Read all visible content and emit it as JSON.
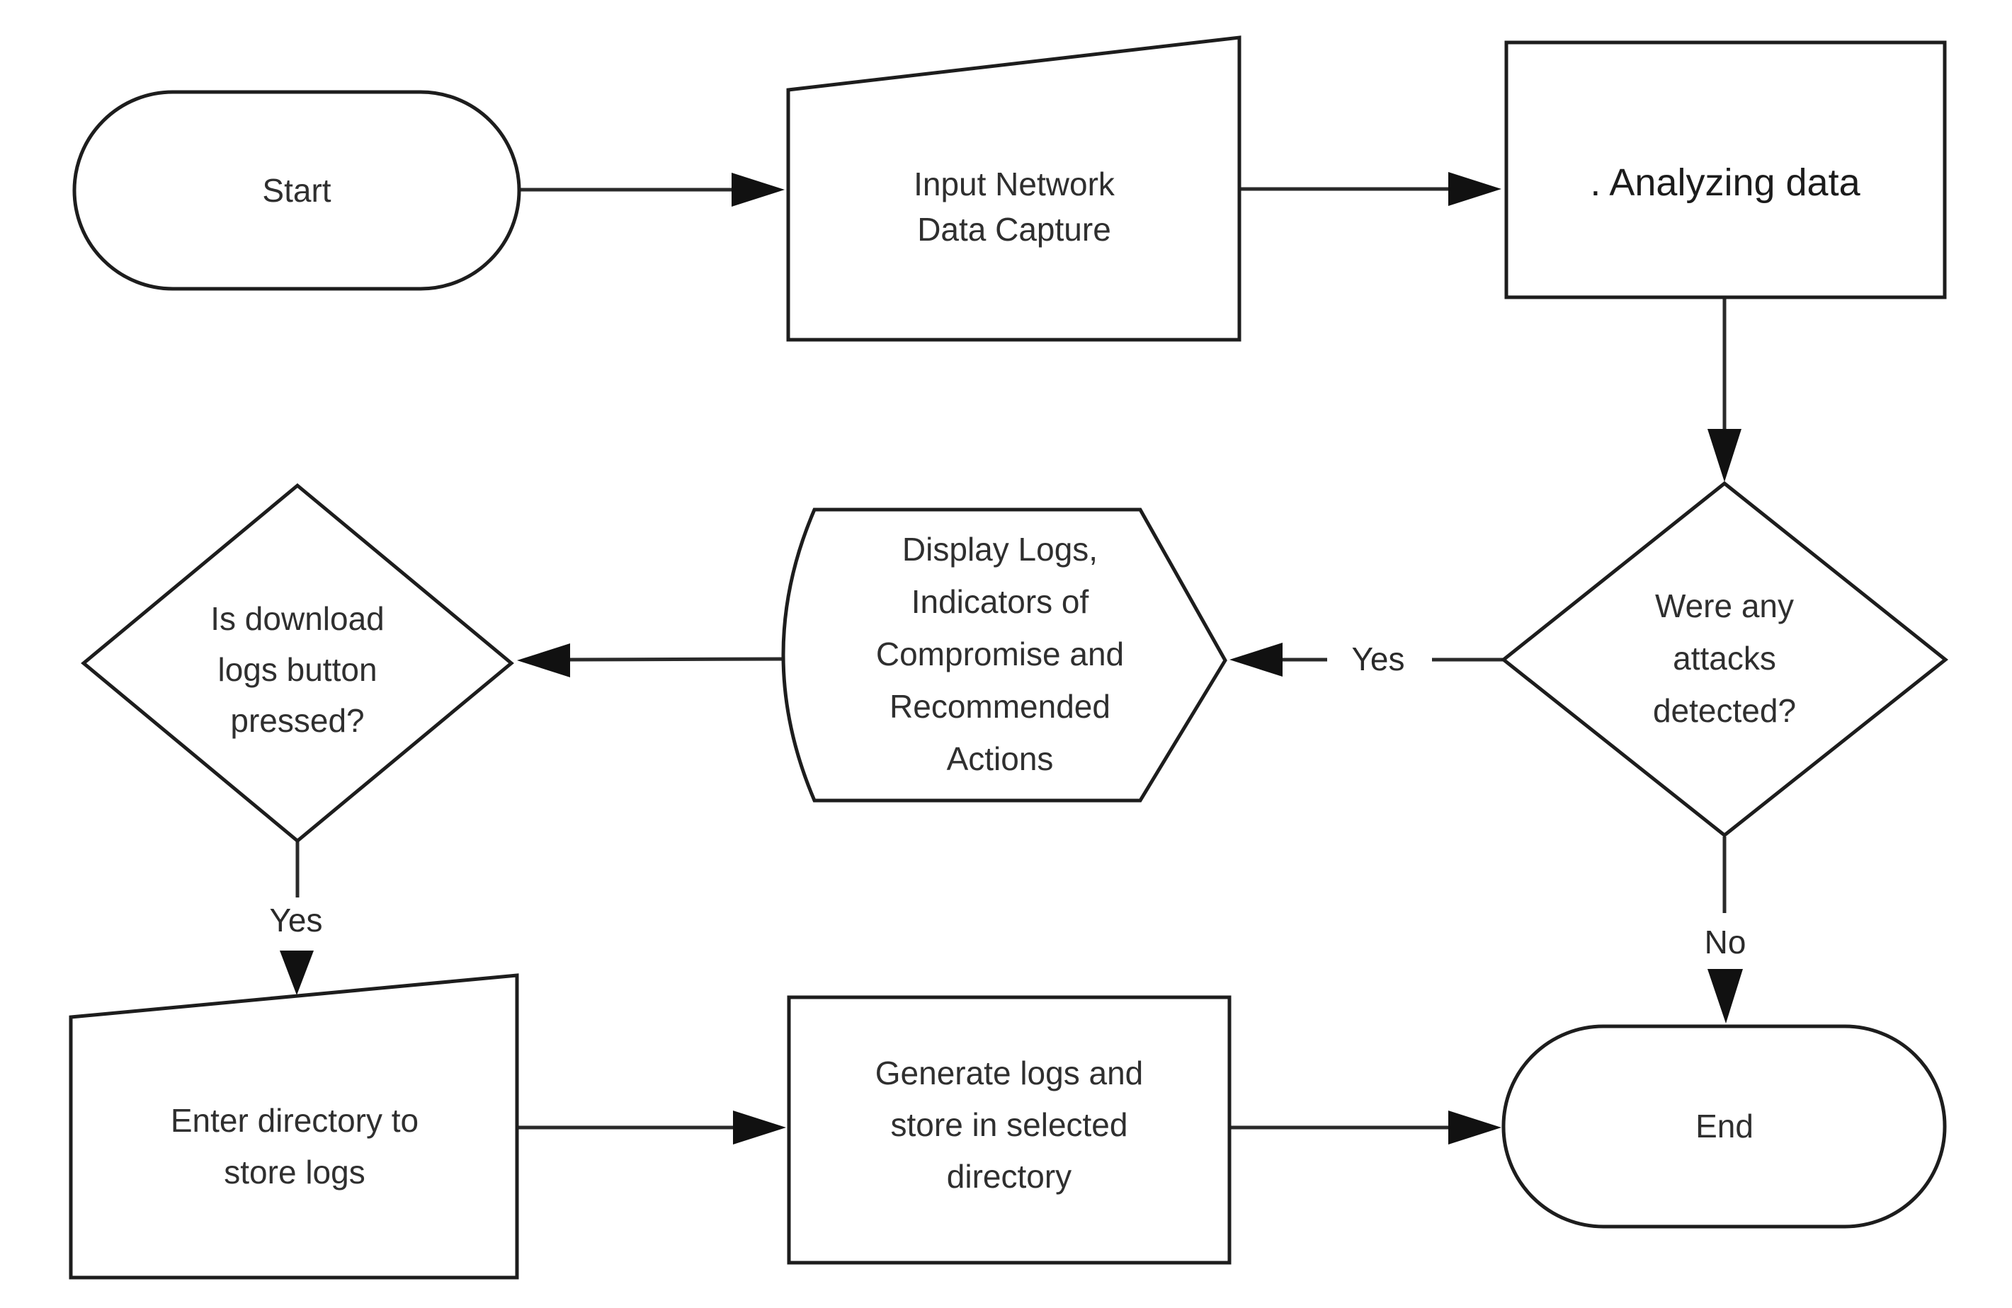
{
  "diagram": {
    "background_color": "#ffffff",
    "stroke_color": "#1d1d1d",
    "text_color": "#2f2f2f",
    "nodes": {
      "start": {
        "shape": "terminator",
        "label": "Start"
      },
      "input_capture": {
        "shape": "manual-input",
        "lines": [
          "Input Network",
          "Data Capture"
        ]
      },
      "analyzing": {
        "shape": "process",
        "label": ". Analyzing data"
      },
      "attacks_detected": {
        "shape": "decision",
        "lines": [
          "Were any",
          "attacks",
          "detected?"
        ]
      },
      "display_logs": {
        "shape": "display",
        "lines": [
          "Display Logs,",
          "Indicators of",
          "Compromise and",
          "Recommended",
          "Actions"
        ]
      },
      "download_pressed": {
        "shape": "decision",
        "lines": [
          "Is download",
          "logs button",
          "pressed?"
        ]
      },
      "enter_directory": {
        "shape": "manual-input",
        "lines": [
          "Enter directory to",
          "store logs"
        ]
      },
      "generate_logs": {
        "shape": "process",
        "lines": [
          "Generate logs and",
          "store in selected",
          "directory"
        ]
      },
      "end": {
        "shape": "terminator",
        "label": "End"
      }
    },
    "edge_labels": {
      "attacks_yes": "Yes",
      "attacks_no": "No",
      "download_yes": "Yes"
    }
  }
}
